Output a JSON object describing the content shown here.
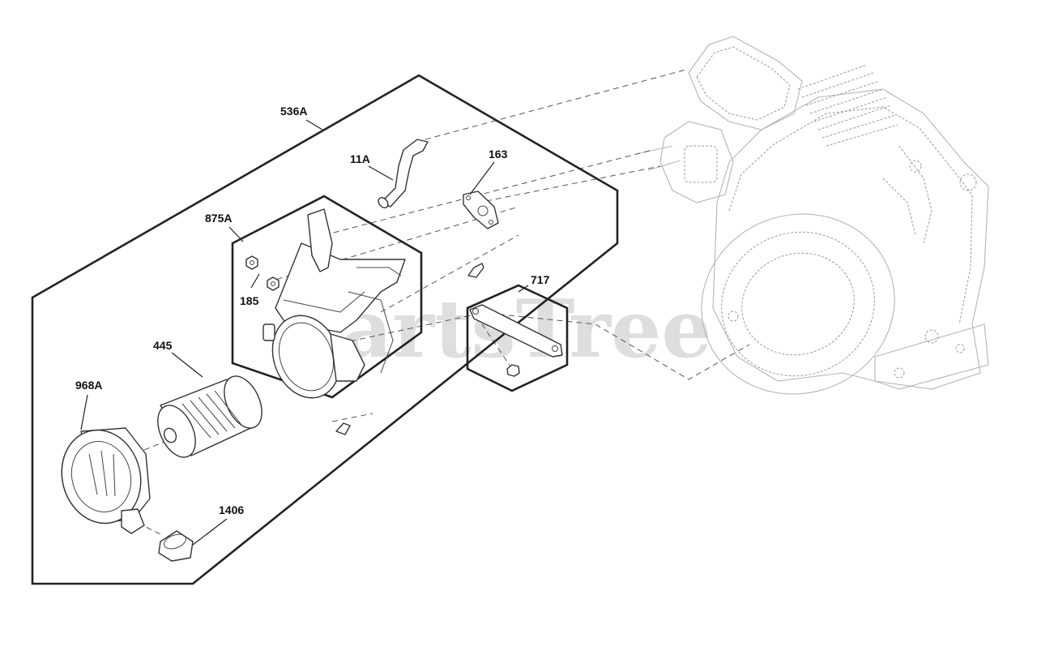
{
  "diagram": {
    "watermark": "PartsTree",
    "callouts": {
      "assembly": "536A",
      "hose": "11A",
      "gasket": "163",
      "air_cleaner_base": "875A",
      "nut": "185",
      "bracket": "717",
      "filter": "445",
      "cover": "968A",
      "plug": "1406"
    }
  }
}
